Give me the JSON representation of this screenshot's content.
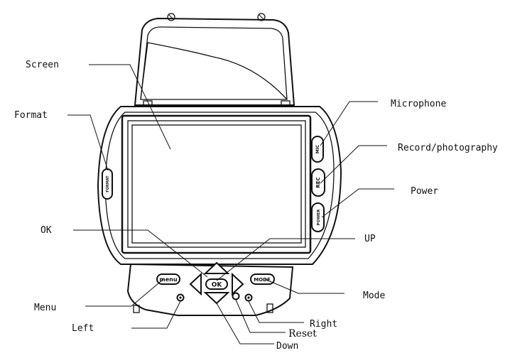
{
  "labels": {
    "screen": "Screen",
    "format": "Format",
    "microphone": "Microphone",
    "record": "Record/photography",
    "power": "Power",
    "ok": "OK",
    "up": "UP",
    "mode": "Mode",
    "menu": "Menu",
    "left": "Left",
    "right": "Right",
    "reset": "Reset",
    "down": "Down"
  },
  "device_buttons": {
    "format": "FORMAT",
    "mic": "MIC",
    "rec": "REC",
    "power": "POWER",
    "menu": "menu",
    "ok": "OK",
    "mode": "MODE"
  }
}
